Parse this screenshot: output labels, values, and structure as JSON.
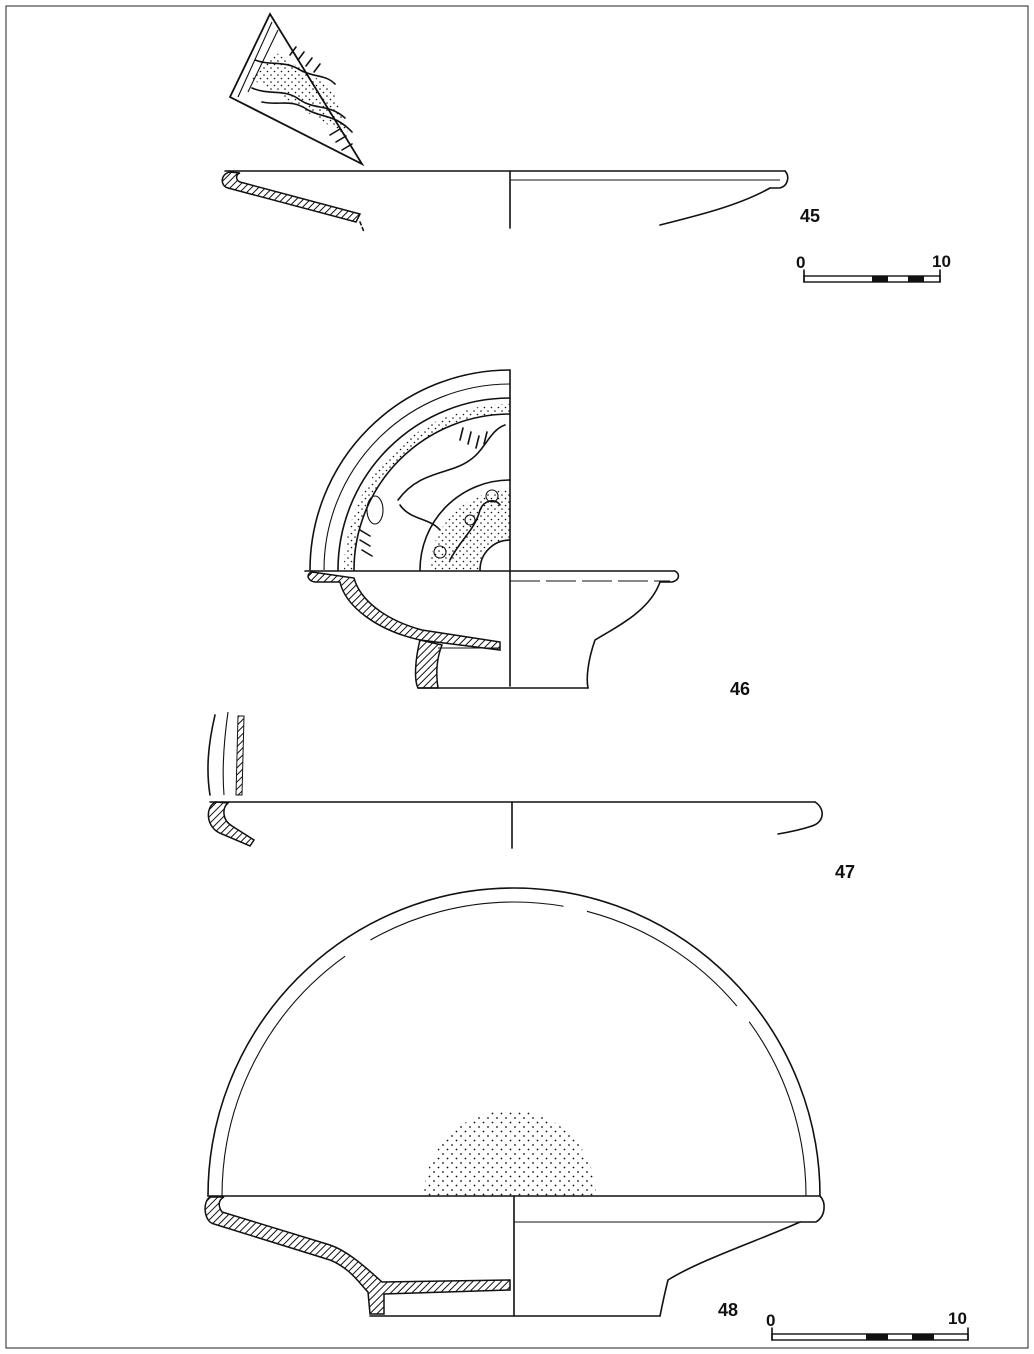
{
  "figures": [
    {
      "id": "45",
      "label": "45"
    },
    {
      "id": "46",
      "label": "46"
    },
    {
      "id": "47",
      "label": "47"
    },
    {
      "id": "48",
      "label": "48"
    }
  ],
  "scale_bars": [
    {
      "start_label": "0",
      "end_label": "10"
    },
    {
      "start_label": "0",
      "end_label": "10"
    }
  ],
  "colors": {
    "ink": "#111111",
    "paper": "#ffffff"
  }
}
